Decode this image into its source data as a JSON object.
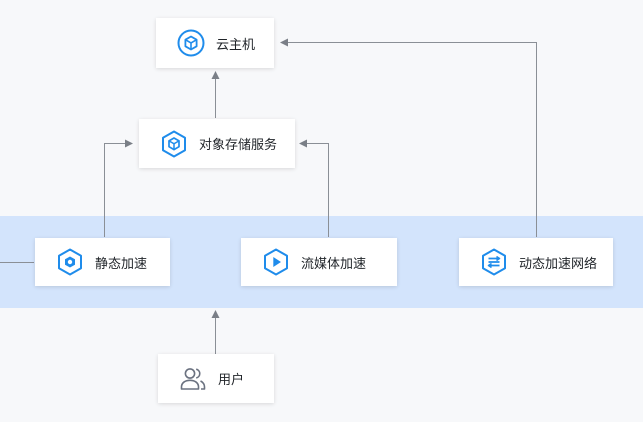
{
  "nodes": {
    "cvm": {
      "label": "云主机",
      "icon": "cloud-server-icon"
    },
    "cos": {
      "label": "对象存储服务",
      "icon": "object-storage-icon"
    },
    "static_cdn": {
      "label": "静态加速",
      "icon": "static-acceleration-icon"
    },
    "streaming": {
      "label": "流媒体加速",
      "icon": "streaming-acceleration-icon"
    },
    "dynamic": {
      "label": "动态加速网络",
      "icon": "dynamic-acceleration-icon"
    },
    "user": {
      "label": "用户",
      "icon": "users-icon"
    }
  },
  "colors": {
    "accent": "#1f8ceb",
    "band": "#d3e4fc",
    "connector": "#7a7f87",
    "user_icon": "#6b7280"
  }
}
